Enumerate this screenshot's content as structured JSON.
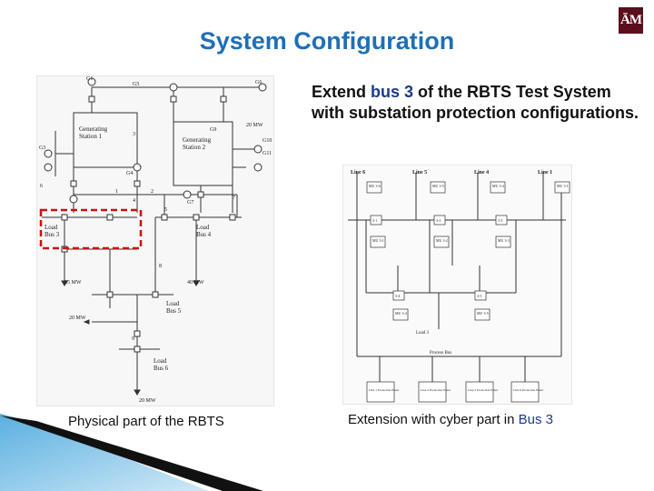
{
  "title": "System Configuration",
  "logo_text": "ĀM",
  "description": {
    "part1": "Extend ",
    "bus_word": "bus 3",
    "part2": " of the RBTS Test System  with substation protection configurations."
  },
  "left_figure": {
    "caption": "Physical part of the RBTS",
    "labels": {
      "g1": "G1",
      "g5": "G5",
      "g6": "G6",
      "g9": "G9",
      "g10": "G10",
      "g11": "G11",
      "g7": "G7",
      "g3": "G3",
      "g4": "G4",
      "mw20": "20 MW",
      "gen1": "Generating",
      "gen1b": "Station 1",
      "gen2": "Generating",
      "gen2b": "Station 2",
      "bus3a": "Load",
      "bus3b": "Bus 3",
      "bus4a": "Load",
      "bus4b": "Bus 4",
      "bus5a": "Load",
      "bus5b": "Bus 5",
      "bus6a": "Load",
      "bus6b": "Bus 6",
      "mw85": "85 MW",
      "mw40": "40 MW",
      "mw20b": "20 MW",
      "mw20c": "20 MW",
      "n1": "1",
      "n2": "2",
      "n3": "3",
      "n4": "4",
      "n5": "5",
      "n6": "6",
      "n7": "7",
      "n8": "8",
      "n9": "9"
    }
  },
  "right_figure": {
    "caption_prefix": "Extension with cyber part in ",
    "caption_bus": "Bus 3",
    "lines": [
      "Line 6",
      "Line 5",
      "Line 4",
      "Line 1"
    ],
    "mu_top": [
      "MU\n3-6",
      "MU\n3-5",
      "MU\n3-4",
      "MU\n3-1"
    ],
    "breakers_mid": [
      "3-1",
      "3-2",
      "3-3"
    ],
    "mu_mid": [
      "MU\n3-1",
      "MU\n3-2",
      "MU\n3-3"
    ],
    "breakers_low": [
      "3-4",
      "3-5"
    ],
    "mu_low": [
      "MU\n3-4",
      "MU\n3-5"
    ],
    "load_label": "Load 3",
    "process_bus": "Process Bus",
    "panels": [
      "Line 1 Protection Panel",
      "Line 4 Protection Panel",
      "Line 5 Protection Panel",
      "Line 6 Protection Panel"
    ]
  }
}
